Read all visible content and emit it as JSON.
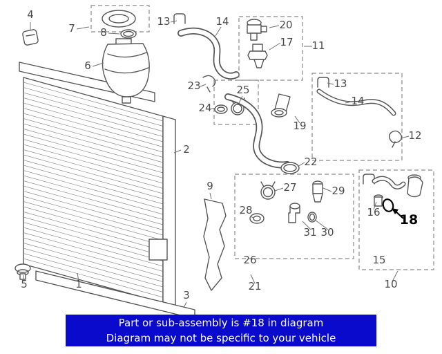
{
  "banner": {
    "line1": "Part or sub-assembly is #18 in diagram",
    "line2": "Diagram may not be specific to your vehicle"
  },
  "colors": {
    "banner_bg": "#0a0acc",
    "banner_text": "#ffffff",
    "line_art": "#565656",
    "label_text": "#4b4b4b",
    "highlight": "#000000"
  },
  "diagram": {
    "type": "exploded-parts-diagram",
    "subject": "radiator-cooling-system",
    "highlighted_part": "18",
    "labels": {
      "1": "1",
      "2": "2",
      "3": "3",
      "4": "4",
      "5": "5",
      "6": "6",
      "7": "7",
      "8": "8",
      "9": "9",
      "10": "10",
      "11": "11",
      "12": "12",
      "13": "13",
      "14": "14",
      "15": "15",
      "16": "16",
      "17": "17",
      "18": "18",
      "19": "19",
      "20": "20",
      "21": "21",
      "22": "22",
      "23": "23",
      "24": "24",
      "25": "25",
      "26": "26",
      "27": "27",
      "28": "28",
      "29": "29",
      "30": "30",
      "31": "31"
    }
  }
}
